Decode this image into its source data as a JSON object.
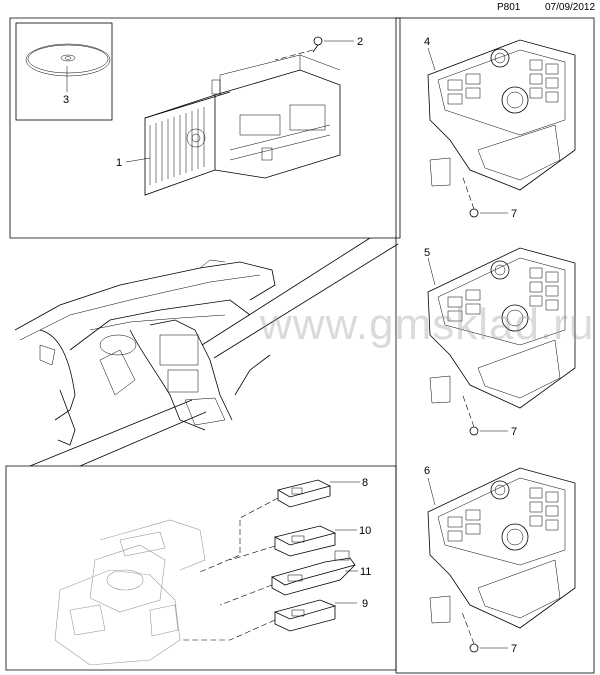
{
  "header": {
    "page_code": "P801",
    "date": "07/09/2012"
  },
  "watermark": "www.gmsklad.ru",
  "callouts": {
    "c1": "1",
    "c2": "2",
    "c3": "3",
    "c4": "4",
    "c5": "5",
    "c6": "6",
    "c7a": "7",
    "c7b": "7",
    "c7c": "7",
    "c8": "8",
    "c9": "9",
    "c10": "10",
    "c11": "11"
  }
}
